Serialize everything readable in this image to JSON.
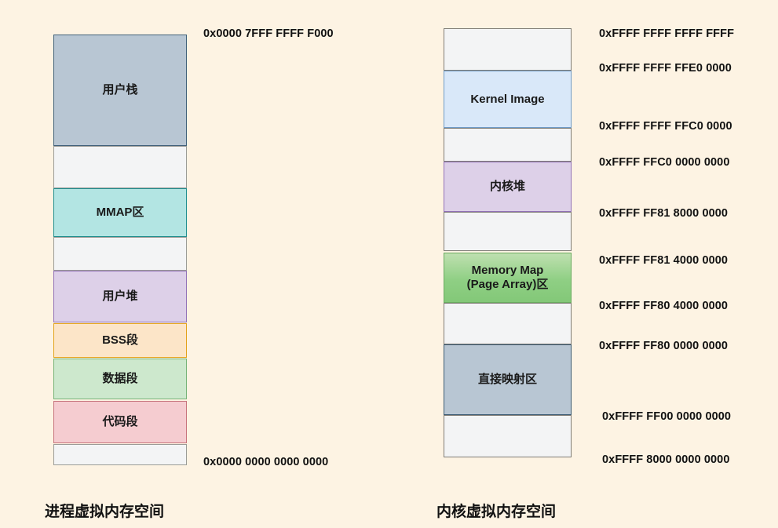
{
  "page": {
    "background_color": "#fdf3e3",
    "title_left": "进程虚拟内存空间",
    "title_right": "内核虚拟内存空间"
  },
  "diagram": {
    "type": "memory-layout",
    "columns": [
      {
        "id": "process-virtual-memory",
        "caption": "进程虚拟内存空间",
        "segments": [
          {
            "label": "用户栈",
            "fill": "#b8c6d3",
            "border": "#41617a",
            "text_color": "#1a1a1a"
          },
          {
            "label": "",
            "fill": "#f3f4f5",
            "border": "#9b9b96",
            "text_color": "#1a1a1a"
          },
          {
            "label": "MMAP区",
            "fill": "#b3e5e3",
            "border": "#1f8f8f",
            "text_color": "#1a1a1a"
          },
          {
            "label": "",
            "fill": "#f3f4f5",
            "border": "#9b9b96",
            "text_color": "#1a1a1a"
          },
          {
            "label": "用户堆",
            "fill": "#ddd0e8",
            "border": "#9272b8",
            "text_color": "#1a1a1a"
          },
          {
            "label": "BSS段",
            "fill": "#fce5c8",
            "border": "#e3a21a",
            "text_color": "#1a1a1a"
          },
          {
            "label": "数据段",
            "fill": "#cde8cd",
            "border": "#76b377",
            "text_color": "#1a1a1a"
          },
          {
            "label": "代码段",
            "fill": "#f5ccd0",
            "border": "#c7737c",
            "text_color": "#1a1a1a"
          },
          {
            "label": "",
            "fill": "#f3f4f5",
            "border": "#9b9b96",
            "text_color": "#1a1a1a"
          }
        ],
        "addresses": [
          {
            "text": "0x0000 7FFF FFFF F000"
          },
          {
            "text": "0x0000 0000 0000 0000"
          }
        ]
      },
      {
        "id": "kernel-virtual-memory",
        "caption": "内核虚拟内存空间",
        "segments": [
          {
            "label": "",
            "fill": "#f3f4f5",
            "border": "#807d76",
            "text_color": "#1a1a1a"
          },
          {
            "label": "Kernel Image",
            "fill": "#d9e8f9",
            "border": "#6f9bc7",
            "text_color": "#1a1a1a"
          },
          {
            "label": "",
            "fill": "#f3f4f5",
            "border": "#807d76",
            "text_color": "#1a1a1a"
          },
          {
            "label": "内核堆",
            "fill": "#ddd0e8",
            "border": "#9272b8",
            "text_color": "#1a1a1a"
          },
          {
            "label": "",
            "fill": "#f3f4f5",
            "border": "#807d76",
            "text_color": "#1a1a1a"
          },
          {
            "label": "Memory Map\n(Page Array)区",
            "fill": "#8fcf84",
            "border": "#6aab60",
            "text_color": "#1a1a1a"
          },
          {
            "label": "",
            "fill": "#f3f4f5",
            "border": "#807d76",
            "text_color": "#1a1a1a"
          },
          {
            "label": "直接映射区",
            "fill": "#b8c6d3",
            "border": "#3c5c74",
            "text_color": "#1a1a1a"
          },
          {
            "label": "",
            "fill": "#f3f4f5",
            "border": "#807d76",
            "text_color": "#1a1a1a"
          }
        ],
        "addresses": [
          {
            "text": "0xFFFF FFFF FFFF FFFF"
          },
          {
            "text": "0xFFFF FFFF FFE0 0000"
          },
          {
            "text": "0xFFFF FFFF FFC0 0000"
          },
          {
            "text": "0xFFFF FFC0 0000 0000"
          },
          {
            "text": "0xFFFF FF81 8000 0000"
          },
          {
            "text": "0xFFFF FF81 4000 0000"
          },
          {
            "text": "0xFFFF FF80 4000 0000"
          },
          {
            "text": "0xFFFF FF80 0000 0000"
          },
          {
            "text": "0xFFFF FF00 0000 0000"
          },
          {
            "text": "0xFFFF 8000 0000 0000"
          }
        ]
      }
    ]
  }
}
